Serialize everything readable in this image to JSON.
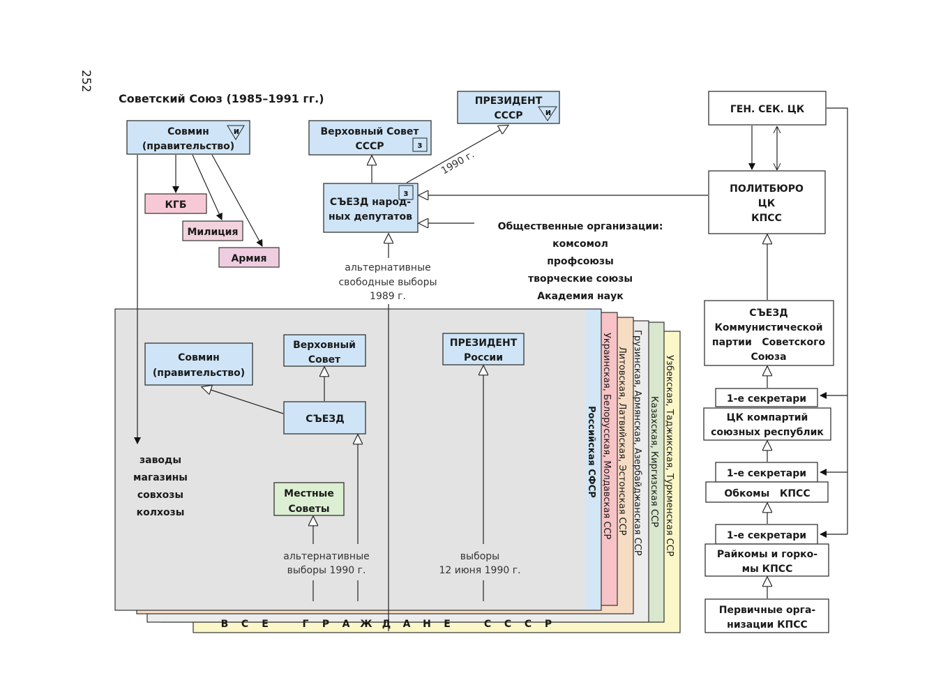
{
  "page_number": "252",
  "title": "Советский Союз (1985–1991 гг.)",
  "colors": {
    "gov_box": "#cfe5f7",
    "security_box": "#f7c9d6",
    "local_soviets": "#dcefd2",
    "rsfsr_panel": "#e3e3e3",
    "party_box": "#ffffff"
  },
  "union": {
    "sovmin": {
      "line1": "Совмин",
      "line2": "(правительство)",
      "mark": "и"
    },
    "verkhovny": {
      "line1": "Верховный Совет",
      "line2": "СССР",
      "mark": "з"
    },
    "president": {
      "line1": "ПРЕЗИДЕНТ",
      "line2": "СССР",
      "mark": "и"
    },
    "congress": {
      "line1": "СЪЕЗД народ-",
      "line2": "ных депутатов",
      "mark": "з"
    },
    "president_arrow_label": "1990 г.",
    "security": [
      "КГБ",
      "Милиция",
      "Армия"
    ],
    "elections": [
      "альтернативные",
      "свободные выборы",
      "1989 г."
    ],
    "public_orgs": [
      "Общественные организации:",
      "комсомол",
      "профсоюзы",
      "творческие союзы",
      "Академия наук"
    ]
  },
  "rsfsr": {
    "sovmin": {
      "line1": "Совмин",
      "line2": "(правительство)"
    },
    "verkhovny": {
      "line1": "Верховный",
      "line2": "Совет"
    },
    "congress": "СЪЕЗД",
    "president": {
      "line1": "ПРЕЗИДЕНТ",
      "line2": "России"
    },
    "local_soviets": {
      "line1": "Местные",
      "line2": "Советы"
    },
    "economy": [
      "заводы",
      "магазины",
      "совхозы",
      "колхозы"
    ],
    "alt_elections": [
      "альтернативные",
      "выборы 1990 г."
    ],
    "pres_elections": [
      "выборы",
      "12 июня 1990 г."
    ]
  },
  "republic_layers": [
    "Российская СФСР",
    "Украинская, Белорусская, Молдавская ССР",
    "Литовская, Латвийская, Эстонская ССР",
    "Грузинская, Армянская, Азербайджанская ССР",
    "Казахская, Киргизская ССР",
    "Узбекская, Таджикская, Туркменская ССР"
  ],
  "citizens_label": [
    "В",
    "С",
    "Е",
    "",
    "Г",
    "Р",
    "А",
    "Ж",
    "Д",
    "А",
    "Н",
    "Е",
    "",
    "С",
    "С",
    "С",
    "Р"
  ],
  "party": {
    "gensec": "ГЕН. СЕК. ЦК",
    "politburo": [
      "ПОЛИТБЮРО",
      "ЦК",
      "КПСС"
    ],
    "congress": [
      "СЪЕЗД",
      "Коммунистической",
      "партии   Советского",
      "Союза"
    ],
    "levels": [
      {
        "secretaries": "1-е секретари",
        "body": [
          "ЦК компартий",
          "союзных республик"
        ]
      },
      {
        "secretaries": "1-е секретари",
        "body": [
          "Обкомы   КПСС"
        ]
      },
      {
        "secretaries": "1-е секретари",
        "body": [
          "Райкомы и горко-",
          "мы КПСС"
        ]
      }
    ],
    "primary": [
      "Первичные орга-",
      "низации КПСС"
    ]
  }
}
